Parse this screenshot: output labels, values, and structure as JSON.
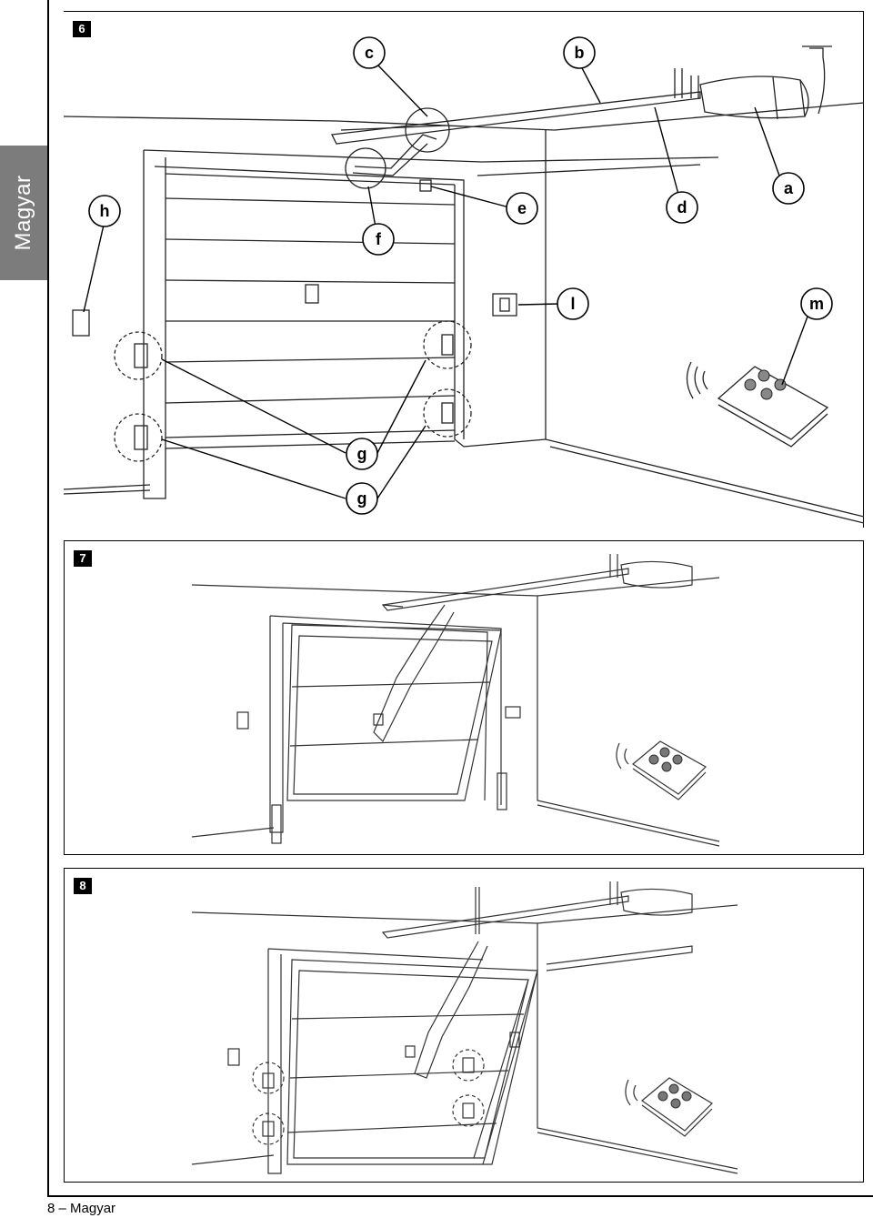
{
  "side_tab": {
    "label": "Magyar"
  },
  "figures": [
    {
      "number": "6",
      "callouts": {
        "a": "a",
        "b": "b",
        "c": "c",
        "d": "d",
        "e": "e",
        "f": "f",
        "g1": "g",
        "g2": "g",
        "h": "h",
        "l": "l",
        "m": "m"
      }
    },
    {
      "number": "7"
    },
    {
      "number": "8"
    }
  ],
  "footer": {
    "page_label": "8 – Magyar"
  }
}
